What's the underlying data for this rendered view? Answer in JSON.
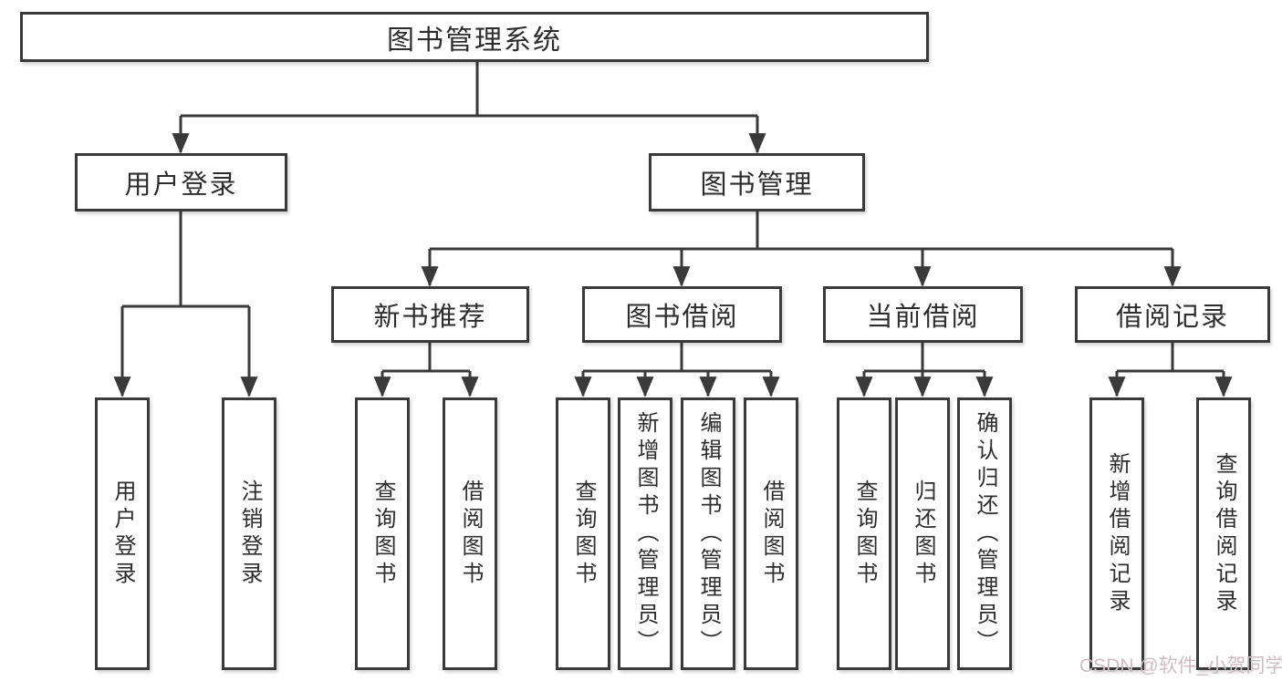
{
  "nodes": {
    "root": "图书管理系统",
    "l2": [
      "用户登录",
      "图书管理"
    ],
    "l3": [
      "新书推荐",
      "图书借阅",
      "当前借阅",
      "借阅记录"
    ],
    "login_children": [
      "用户登录",
      "注销登录"
    ],
    "newbook_children": [
      "查询图书",
      "借阅图书"
    ],
    "borrow_children": [
      "查询图书",
      "新增图书（管理员）",
      "编辑图书（管理员）",
      "借阅图书"
    ],
    "current_children": [
      "查询图书",
      "归还图书",
      "确认归还（管理员）"
    ],
    "record_children": [
      "新增借阅记录",
      "查询借阅记录"
    ]
  },
  "watermark": {
    "text": "CSDN @软件_小贺同学",
    "color": "#d0bcc3"
  },
  "colors": {
    "line": "#3a3a3a",
    "border": "#3a3a3a",
    "text": "#2d2d2d",
    "background": "#ffffff"
  }
}
